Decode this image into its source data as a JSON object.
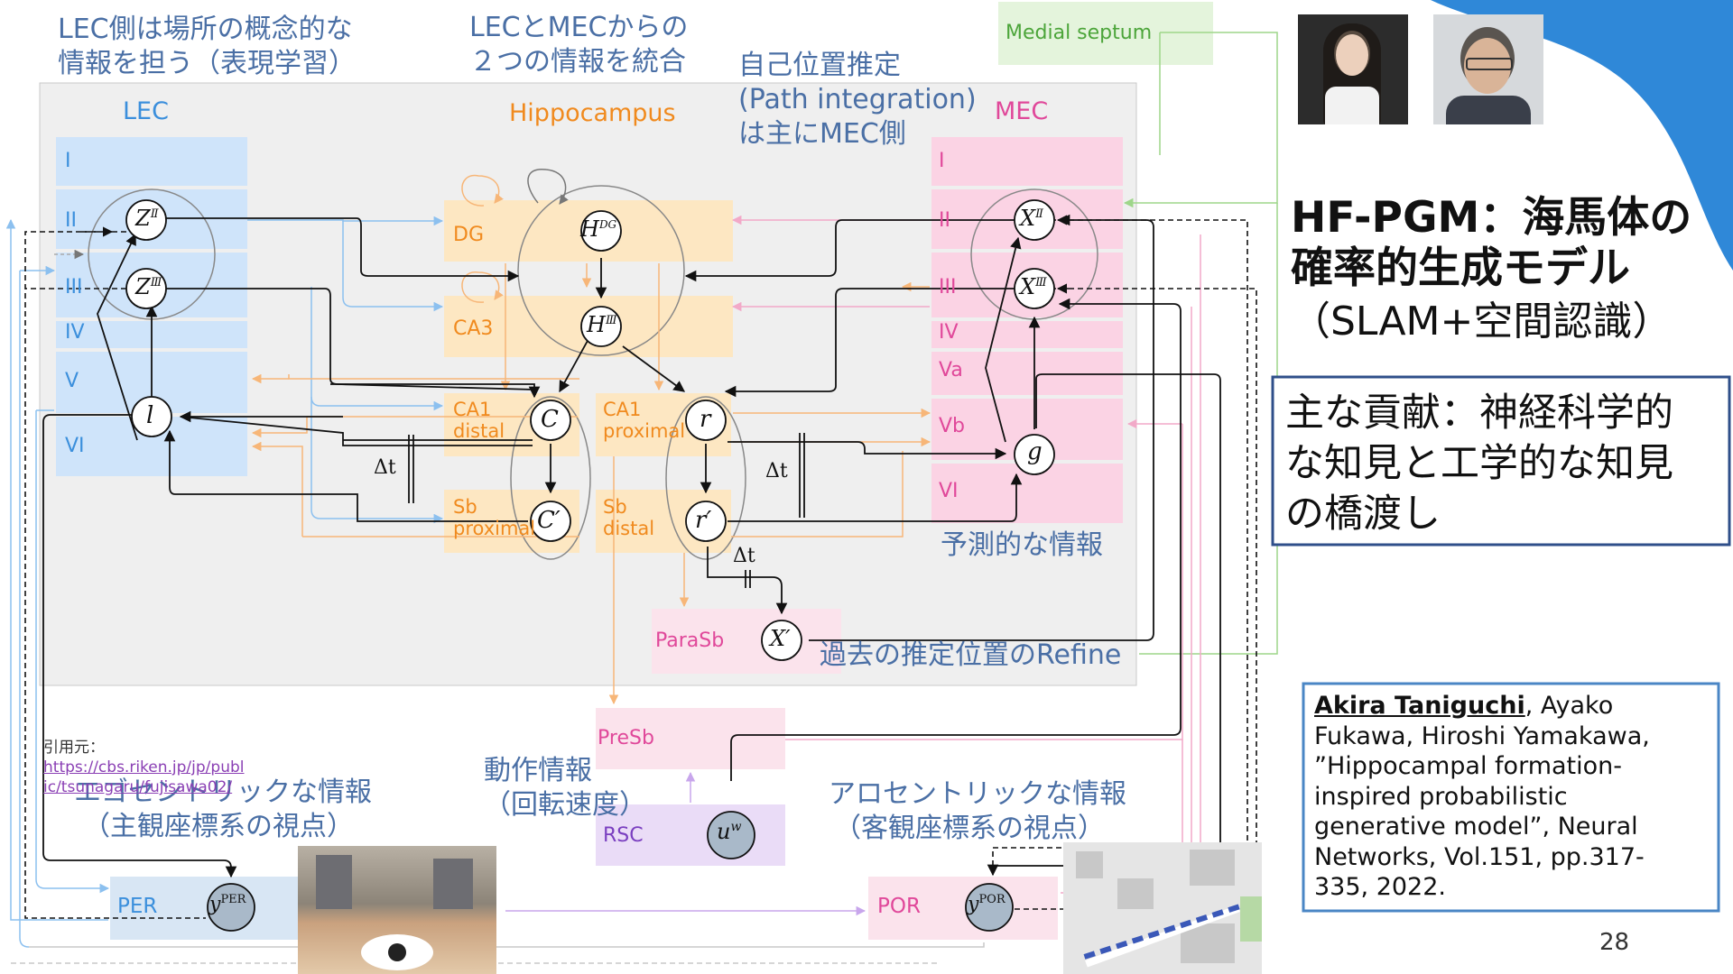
{
  "annotations": {
    "lec_note_line1": "LEC側は場所の概念的な",
    "lec_note_line2": "情報を担う（表現学習）",
    "integrate_line1": "LECとMECからの",
    "integrate_line2": "２つの情報を統合",
    "path_line1": "自己位置推定",
    "path_line2": "(Path integration)",
    "path_line3": "は主にMEC側",
    "predictive": "予測的な情報",
    "refine": "過去の推定位置のRefine",
    "egocentric_line1": "エゴセントリックな情報",
    "egocentric_line2": "（主観座標系の視点）",
    "motion_line1": "動作情報",
    "motion_line2": "（回転速度）",
    "allocentric_line1": "アロセントリックな情報",
    "allocentric_line2": "（客観座標系の視点）"
  },
  "citation_source": {
    "label": "引用元：",
    "url_line1": "https://cbs.riken.jp/jp/publ",
    "url_line2": "ic/tsunagaru/fujisawa02/"
  },
  "regions": {
    "lec": "LEC",
    "hippocampus": "Hippocampus",
    "mec": "MEC",
    "medial_septum": "Medial septum",
    "per": "PER",
    "por": "POR",
    "presb": "PreSb",
    "rsc": "RSC",
    "parasb": "ParaSb"
  },
  "lec_layers": [
    "I",
    "II",
    "III",
    "IV",
    "V",
    "VI"
  ],
  "mec_layers": [
    "I",
    "II",
    "III",
    "IV",
    "Va",
    "Vb",
    "VI"
  ],
  "hippo_boxes": {
    "dg": "DG",
    "ca3": "CA3",
    "ca1_distal_line1": "CA1",
    "ca1_distal_line2": "distal",
    "sb_proximal_line1": "Sb",
    "sb_proximal_line2": "proximal",
    "ca1_proximal_line1": "CA1",
    "ca1_proximal_line2": "proximal",
    "sb_distal_line1": "Sb",
    "sb_distal_line2": "distal"
  },
  "nodes": {
    "z2": "Z",
    "z2_sup": "Ⅱ",
    "z3": "Z",
    "z3_sup": "Ⅲ",
    "l": "l",
    "hdg": "H",
    "hdg_sup": "DG",
    "h3": "H",
    "h3_sup": "Ⅲ",
    "c": "C",
    "c_prime": "C′",
    "r": "r",
    "r_prime": "r′",
    "x2": "X",
    "x2_sup": "Ⅱ",
    "x3": "X",
    "x3_sup": "Ⅲ",
    "g": "g",
    "x_prime": "X′",
    "uw": "u",
    "uw_sup": "w",
    "yper": "y",
    "yper_sup": "PER",
    "ypor": "y",
    "ypor_sup": "POR"
  },
  "delta_t": "Δt",
  "slide": {
    "title_line1": "HF-PGM：海馬体の",
    "title_line2": "確率的生成モデル",
    "title_line3": "（SLAM+空間認識）",
    "contribution_line1": "主な貢献：神経科学的",
    "contribution_line2": "な知見と工学的な知見",
    "contribution_line3": "の橋渡し",
    "reference_author": "Akira Taniguchi",
    "reference_rest_1": ", Ayako",
    "reference_line2": "Fukawa, Hiroshi Yamakawa,",
    "reference_line3": "”Hippocampal formation-",
    "reference_line4": "inspired probabilistic",
    "reference_line5": "generative model”, Neural",
    "reference_line6": "Networks, Vol.151, pp.317-",
    "reference_line7": "335, 2022.",
    "page_number": "28"
  },
  "colors": {
    "lec": "#cfe4fa",
    "mec": "#fbd3e4",
    "hippo": "#fde7c2",
    "medial_septum": "#e4f4dc",
    "presb_parasb": "#fbe3ec",
    "rsc": "#eadcf7",
    "per": "#d8e6f4",
    "panel": "#efefef",
    "accent_blue": "#3b8fdc",
    "accent_orange": "#f08a1e",
    "accent_pink": "#e0489a",
    "decoration_blue": "#2f88d8"
  }
}
